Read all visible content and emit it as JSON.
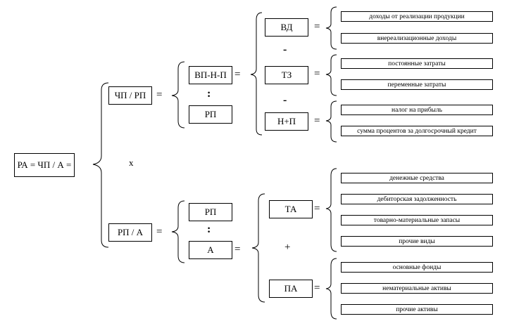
{
  "root": {
    "formula": "РА = ЧП / А ="
  },
  "level1": {
    "top": "ЧП / РП",
    "bottom": "РП / А",
    "multiply": "х"
  },
  "level2": {
    "top_numerator": "ВП-Н-П",
    "top_denominator": "РП",
    "bottom_numerator": "РП",
    "bottom_denominator": "А"
  },
  "level3": {
    "vd": "ВД",
    "tz": "ТЗ",
    "np": "Н+П",
    "ta": "ТА",
    "pa": "ПА"
  },
  "operators": {
    "eq": "=",
    "minus": "-",
    "plus": "+",
    "divide": ":"
  },
  "details": {
    "vd": [
      "доходы от реализации продукции",
      "внереализационные доходы"
    ],
    "tz": [
      "постоянные затраты",
      "переменные затраты"
    ],
    "np": [
      "налог на прибыль",
      "сумма процентов за долгосрочный кредит"
    ],
    "ta": [
      "денежные средства",
      "дебиторская задолженность",
      "товарно-материальные запасы",
      "прочие виды"
    ],
    "pa": [
      "основные фонды",
      "нематериальные активы",
      "прочие активы"
    ]
  }
}
